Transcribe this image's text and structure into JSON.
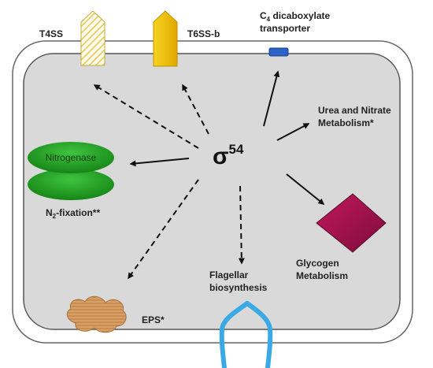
{
  "regulator": {
    "symbol": "σ",
    "superscript": "54"
  },
  "components": {
    "t4ss": "T4SS",
    "t6ss": "T6SS-b",
    "c4_sub": "4",
    "c4_prefix": "C",
    "c4_rest": " dicaboxylate",
    "c4_line2": "transporter",
    "urea_line1": "Urea and Nitrate",
    "urea_line2": "Metabolism*",
    "nitrogenase": "Nitrogenase",
    "n2_prefix": "N",
    "n2_sub": "2",
    "n2_rest": "-fixation**",
    "glycogen_line1": "Glycogen",
    "glycogen_line2": "Metabolism",
    "flagellar_line1": "Flagellar",
    "flagellar_line2": "biosynthesis",
    "eps": "EPS*"
  },
  "colors": {
    "cell_fill": "#d9d9d9",
    "cell_stroke": "#555555",
    "nitrogenase": "#1f9a1f",
    "glycogen": "#a0104f",
    "t6ss": "#f2bf00",
    "t4ss_stripe": "#e6c84d",
    "transporter": "#2d62c8",
    "flagellum": "#3aa9e6",
    "eps": "#c98a4a"
  }
}
